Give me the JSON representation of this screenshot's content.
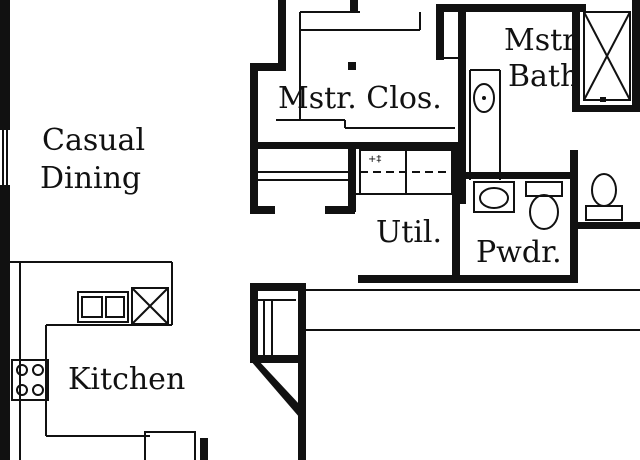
{
  "rooms": {
    "casual_dining": {
      "line1": "Casual",
      "line2": "Dining"
    },
    "kitchen": "Kitchen",
    "master_closet": "Mstr. Clos.",
    "master_bath": {
      "line1": "Mstr.",
      "line2": "Bath"
    },
    "utility": "Util.",
    "powder": "Pwdr."
  },
  "colors": {
    "walls": "#111111",
    "background": "#ffffff"
  }
}
